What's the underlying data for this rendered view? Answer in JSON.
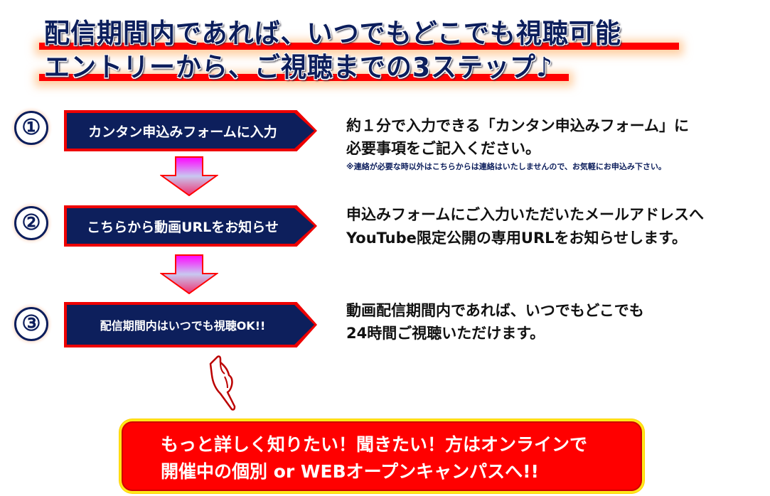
{
  "headline": {
    "line1": "配信期間内であれば、いつでもどこでも視聴可能",
    "line2": "エントリーから、ご視聴までの3ステップ♪"
  },
  "steps": [
    {
      "number": "①",
      "label": "カンタン申込みフォームに入力",
      "desc": [
        "約１分で入力できる「カンタン申込みフォーム」に",
        "必要事項をご記入ください。"
      ],
      "note": "※連絡が必要な時以外はこちらからは連絡はいたしませんので、お気軽にお申込み下さい。"
    },
    {
      "number": "②",
      "label": "こちらから動画URLをお知らせ",
      "desc": [
        "申込みフォームにご入力いただいたメールアドレスへ",
        "YouTube限定公開の専用URLをお知らせします。"
      ]
    },
    {
      "number": "③",
      "label": "配信期間内はいつでも視聴OK!!",
      "desc": [
        "動画配信期間内であれば、いつでもどこでも",
        "24時間ご視聴いただけます。"
      ]
    }
  ],
  "cta": {
    "line1": "もっと詳しく知りたい！聞きたい！方はオンラインで",
    "line2": "開催中の個別 or WEBオープンキャンパスへ!!"
  },
  "colors": {
    "navy": "#0d1f5c",
    "red": "#ff0000",
    "yellow": "#ffe81a"
  }
}
